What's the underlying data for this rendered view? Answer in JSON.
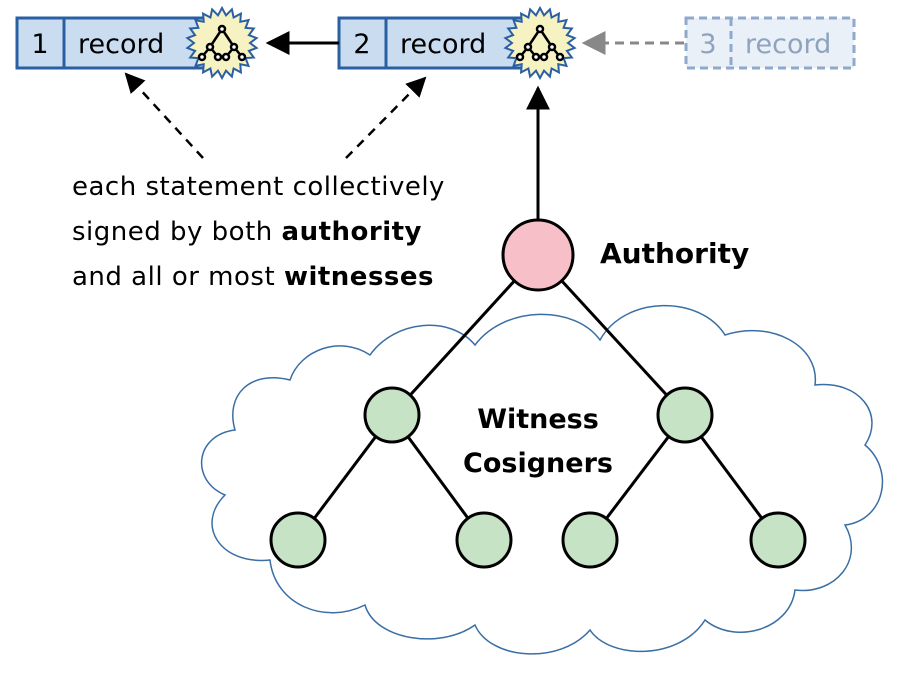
{
  "records": [
    {
      "number": "1",
      "label": "record",
      "state": "signed"
    },
    {
      "number": "2",
      "label": "record",
      "state": "signed"
    },
    {
      "number": "3",
      "label": "record",
      "state": "pending"
    }
  ],
  "note": {
    "line1": "each statement collectively",
    "line2_prefix": "signed by both ",
    "line2_bold": "authority",
    "line3_prefix": "and all or most ",
    "line3_bold": "witnesses"
  },
  "authority": {
    "label": "Authority"
  },
  "witnesses": {
    "label_line1": "Witness",
    "label_line2": "Cosigners"
  },
  "colors": {
    "record_fill": "#c9dcf0",
    "record_stroke": "#2b5fa3",
    "ghost_fill": "#e9f0f8",
    "ghost_stroke": "#8fa9cc",
    "seal_fill": "#f7f2c2",
    "authority_fill": "#f7bfc7",
    "witness_fill": "#c6e3c6",
    "cloud_stroke": "#3a6ea5"
  },
  "icons": [
    "signature-seal-icon",
    "tree-icon"
  ]
}
